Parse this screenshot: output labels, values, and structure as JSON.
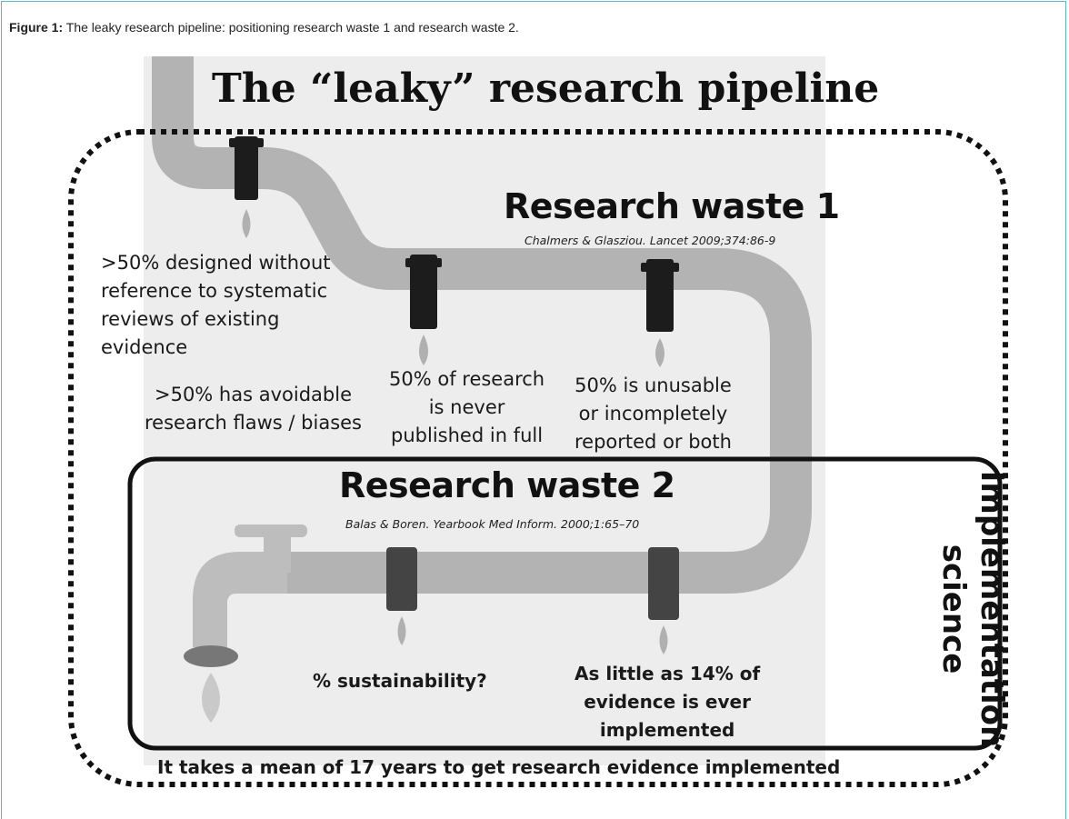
{
  "caption": {
    "label": "Figure 1:",
    "text": "The leaky research pipeline: positioning research waste 1 and research waste 2."
  },
  "diagram": {
    "title": "The “leaky” research pipeline",
    "waste1": {
      "title": "Research waste 1",
      "reference": "Chalmers  & Glasziou. Lancet 2009;374:86-9"
    },
    "waste2": {
      "title": "Research waste 2",
      "reference": "Balas & Boren. Yearbook Med Inform. 2000;1:65–70"
    },
    "leak_notes": {
      "designed": ">50% designed without\nreference to systematic\nreviews of existing\nevidence",
      "flaws": ">50% has avoidable\nresearch flaws / biases",
      "unpublished": "50% of research\nis never\npublished in full",
      "unusable": "50% is unusable\nor incompletely\nreported or both",
      "sustainability": "% sustainability?",
      "implemented": "As little as 14% of\nevidence is ever\nimplemented"
    },
    "implementation_label": "Implementation\nscience",
    "footer": "It takes a mean of 17 years to get research evidence implemented",
    "colors": {
      "pipe": "#b3b3b3",
      "clamp": "#1c1c1c",
      "panel": "#ededed",
      "frame_border": "#5fb9c4"
    }
  }
}
